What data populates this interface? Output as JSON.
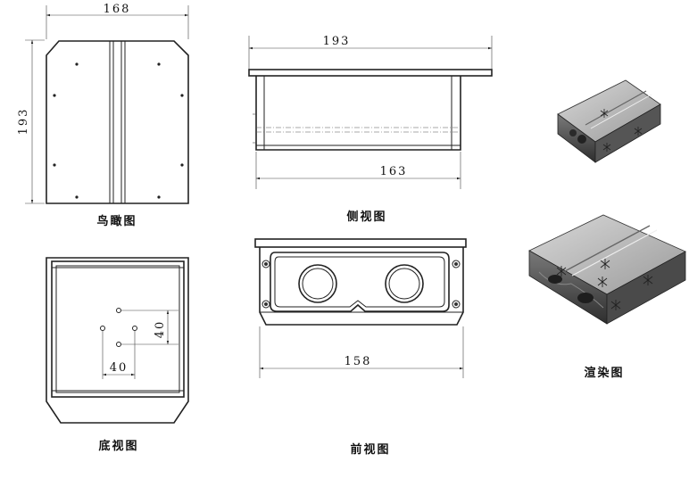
{
  "views": {
    "top": {
      "caption": "鸟瞰图",
      "width_label": "168",
      "height_label": "193"
    },
    "side": {
      "caption": "侧视图",
      "top_label": "193",
      "bottom_label": "163"
    },
    "bottom": {
      "caption": "底视图",
      "horizontal_label": "40",
      "vertical_label": "40"
    },
    "front": {
      "caption": "前视图",
      "width_label": "158"
    },
    "render": {
      "caption": "渲染图"
    }
  }
}
